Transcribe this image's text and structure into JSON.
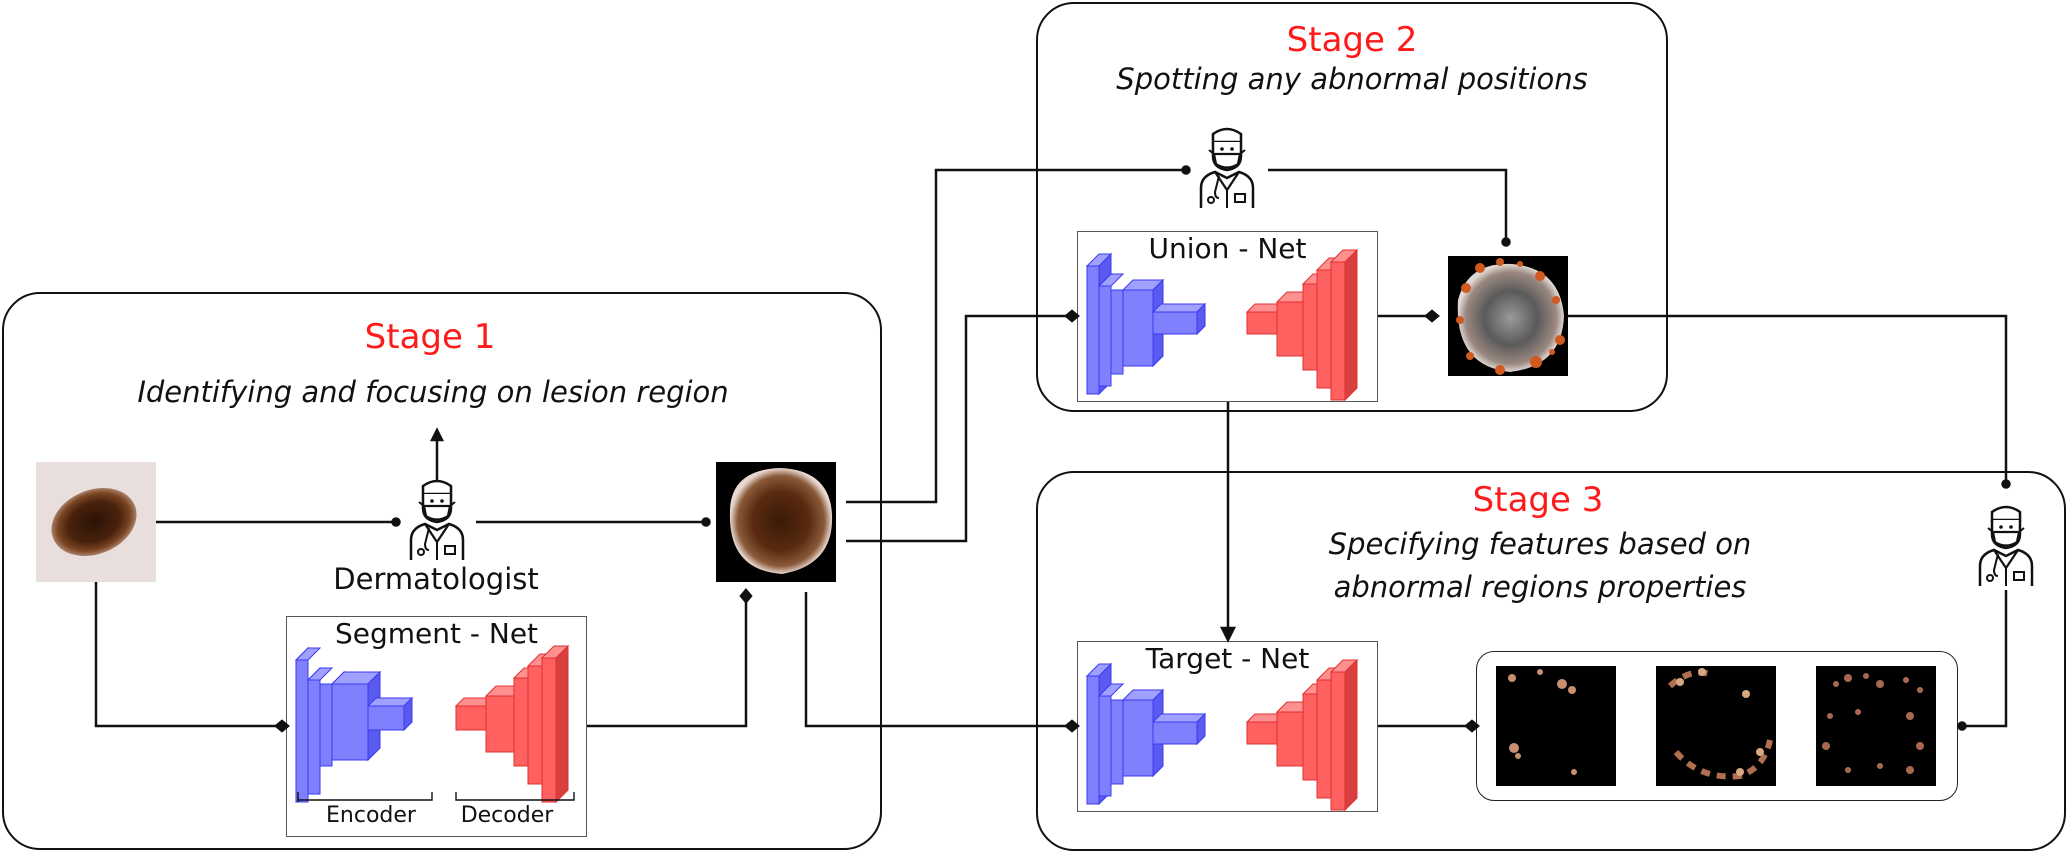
{
  "stage1": {
    "title": "Stage 1",
    "subtitle": "Identifying and focusing on lesion region"
  },
  "stage2": {
    "title": "Stage 2",
    "subtitle": "Spotting any abnormal positions"
  },
  "stage3": {
    "title": "Stage 3",
    "subtitle_line1": "Specifying features based on",
    "subtitle_line2": "abnormal regions properties"
  },
  "dermatologist_label": "Dermatologist",
  "nets": {
    "segment": {
      "title": "Segment - Net",
      "encoder": "Encoder",
      "decoder": "Decoder"
    },
    "union": {
      "title": "Union - Net"
    },
    "target": {
      "title": "Target - Net"
    }
  },
  "colors": {
    "stage_title": "#ff1a1a",
    "encoder": "#7070ff",
    "decoder": "#ff5a5a"
  },
  "icons": [
    "dermatologist-icon",
    "lesion-image",
    "cropped-lesion-image",
    "abnormal-map-image",
    "feature-map-image"
  ]
}
